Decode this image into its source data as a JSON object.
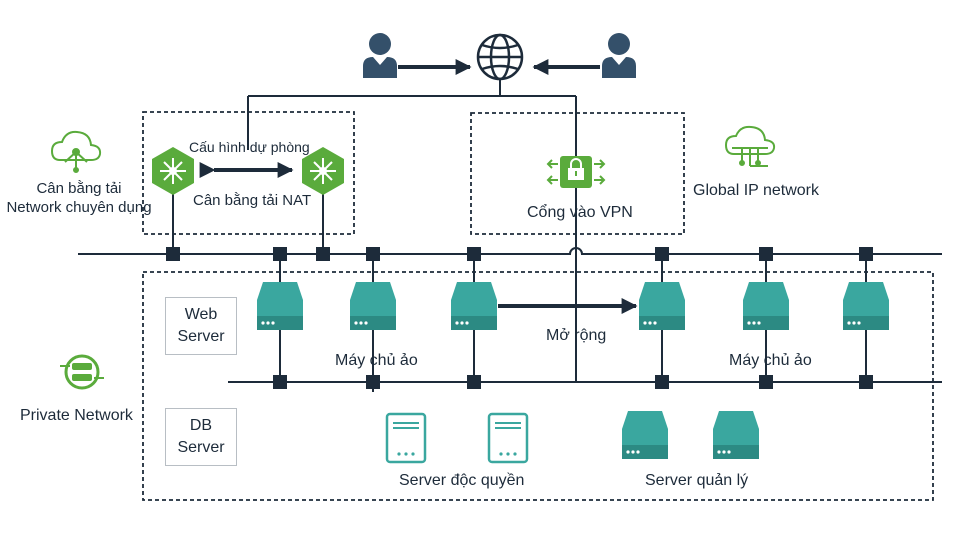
{
  "labels": {
    "backup_config": "Cấu hình dự phòng",
    "nat_lb": "Cân bằng tải NAT",
    "dedicated_lb": "Cân bằng tải\nNetwork chuyên dụng",
    "vpn_gateway": "Cổng vào VPN",
    "global_ip": "Global IP network",
    "web_server": "Web\nServer",
    "db_server": "DB\nServer",
    "private_network": "Private Network",
    "expand": "Mở rộng",
    "vm_left": "Máy chủ ảo",
    "vm_right": "Máy chủ ảo",
    "dedicated_server": "Server độc quyền",
    "managed_server": "Server quản lý"
  },
  "icons": {
    "user_left": "user-icon",
    "user_right": "user-icon",
    "internet": "globe-icon",
    "load_balancer": "load-balancer-icon",
    "vpn": "vpn-lock-icon",
    "cloud_lb": "cloud-network-icon",
    "cloud_global": "cloud-network-icon",
    "private_net": "network-switch-icon",
    "server": "server-icon"
  },
  "colors": {
    "teal": "#3aa79f",
    "teal_dark": "#2c8a83",
    "green": "#5aab3c",
    "navy": "#1d2b3a",
    "slate": "#34506a"
  }
}
